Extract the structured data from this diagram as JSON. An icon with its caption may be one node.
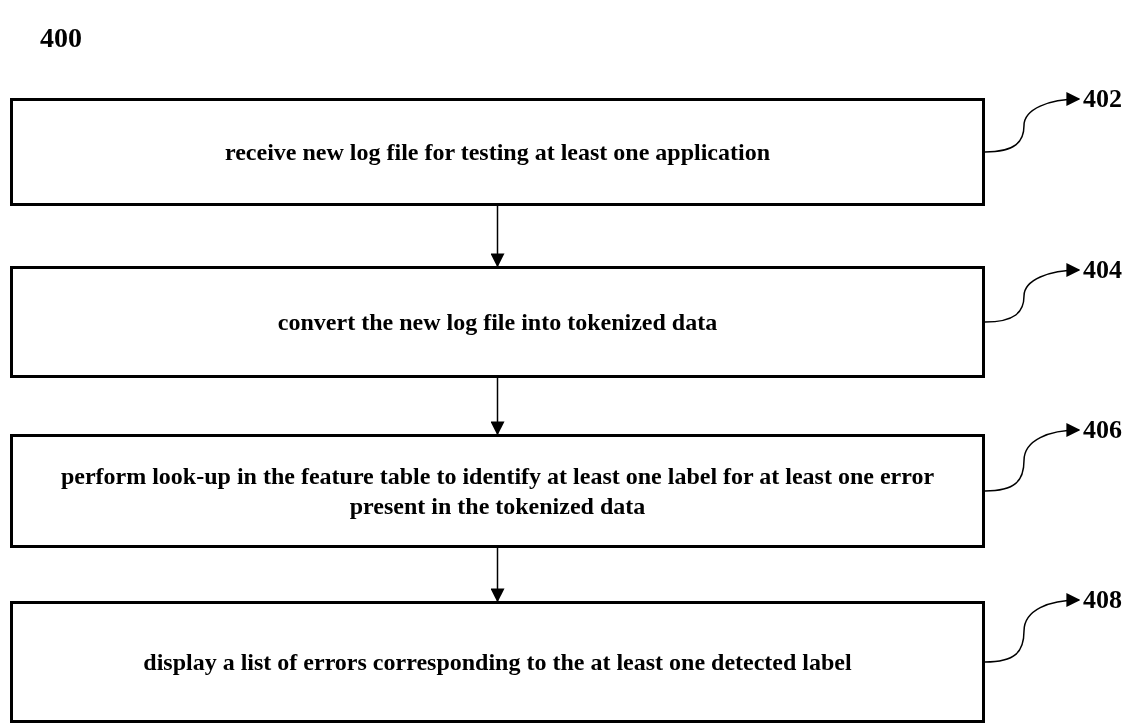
{
  "diagram": {
    "nodes": [
      {
        "text": [
          "receive new log file for testing at least one application"
        ]
      },
      {
        "text": [
          "402"
        ]
      },
      {
        "text": [
          "convert the new log file into tokenized data"
        ]
      },
      {
        "text": [
          "404"
        ]
      },
      {
        "text": [
          "perform look-up in the feature table to identify at least one label for at least one error present in the tokenized data"
        ]
      },
      {
        "text": [
          "406"
        ]
      },
      {
        "text": [
          "display a list of errors corresponding to the at least one detected label"
        ]
      },
      {
        "text": [
          "408"
        ]
      }
    ],
    "edges": [
      {
        "from": 0,
        "to": 1,
        "arrow": "to"
      },
      {
        "from": 0,
        "to": 2,
        "arrow": "to"
      },
      {
        "from": 2,
        "to": 3,
        "arrow": "to"
      },
      {
        "from": 2,
        "to": 4,
        "arrow": "to"
      },
      {
        "from": 4,
        "to": 5,
        "arrow": "to"
      },
      {
        "from": 4,
        "to": 6,
        "arrow": "to"
      },
      {
        "from": 6,
        "to": 7,
        "arrow": "to"
      }
    ],
    "labels": [
      "400"
    ]
  }
}
